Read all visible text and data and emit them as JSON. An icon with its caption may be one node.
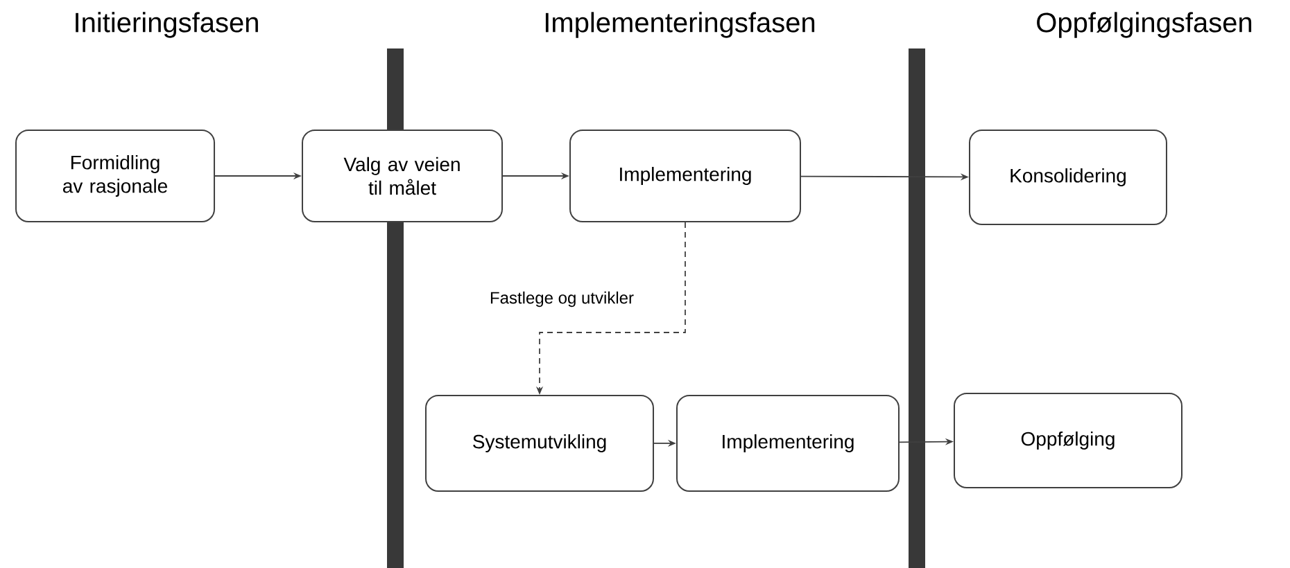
{
  "diagram": {
    "nodes": [
      {
        "text": [
          "Formidling av rasjonale"
        ]
      },
      {
        "text": [
          "Valg av veien til målet"
        ]
      },
      {
        "text": [
          "Implementering"
        ]
      },
      {
        "text": [
          "Konsolidering"
        ]
      },
      {
        "text": [
          "Systemutvikling"
        ]
      },
      {
        "text": [
          "Implementering"
        ]
      },
      {
        "text": [
          "Oppfølging"
        ]
      }
    ],
    "edges": [
      {
        "from": 0,
        "to": 1,
        "arrow": "to"
      },
      {
        "from": 1,
        "to": 2,
        "arrow": "to"
      },
      {
        "from": 2,
        "to": 3,
        "arrow": "to"
      },
      {
        "from": 2,
        "to": 4,
        "arrow": "to",
        "style": "dashed",
        "label": "Fastlege og utvikler"
      },
      {
        "from": 4,
        "to": 5,
        "arrow": "to"
      },
      {
        "from": 5,
        "to": 6,
        "arrow": "to"
      }
    ],
    "labels": [
      "Initieringsfasen",
      "Implementeringsfasen",
      "Oppfølgingsfasen"
    ]
  }
}
